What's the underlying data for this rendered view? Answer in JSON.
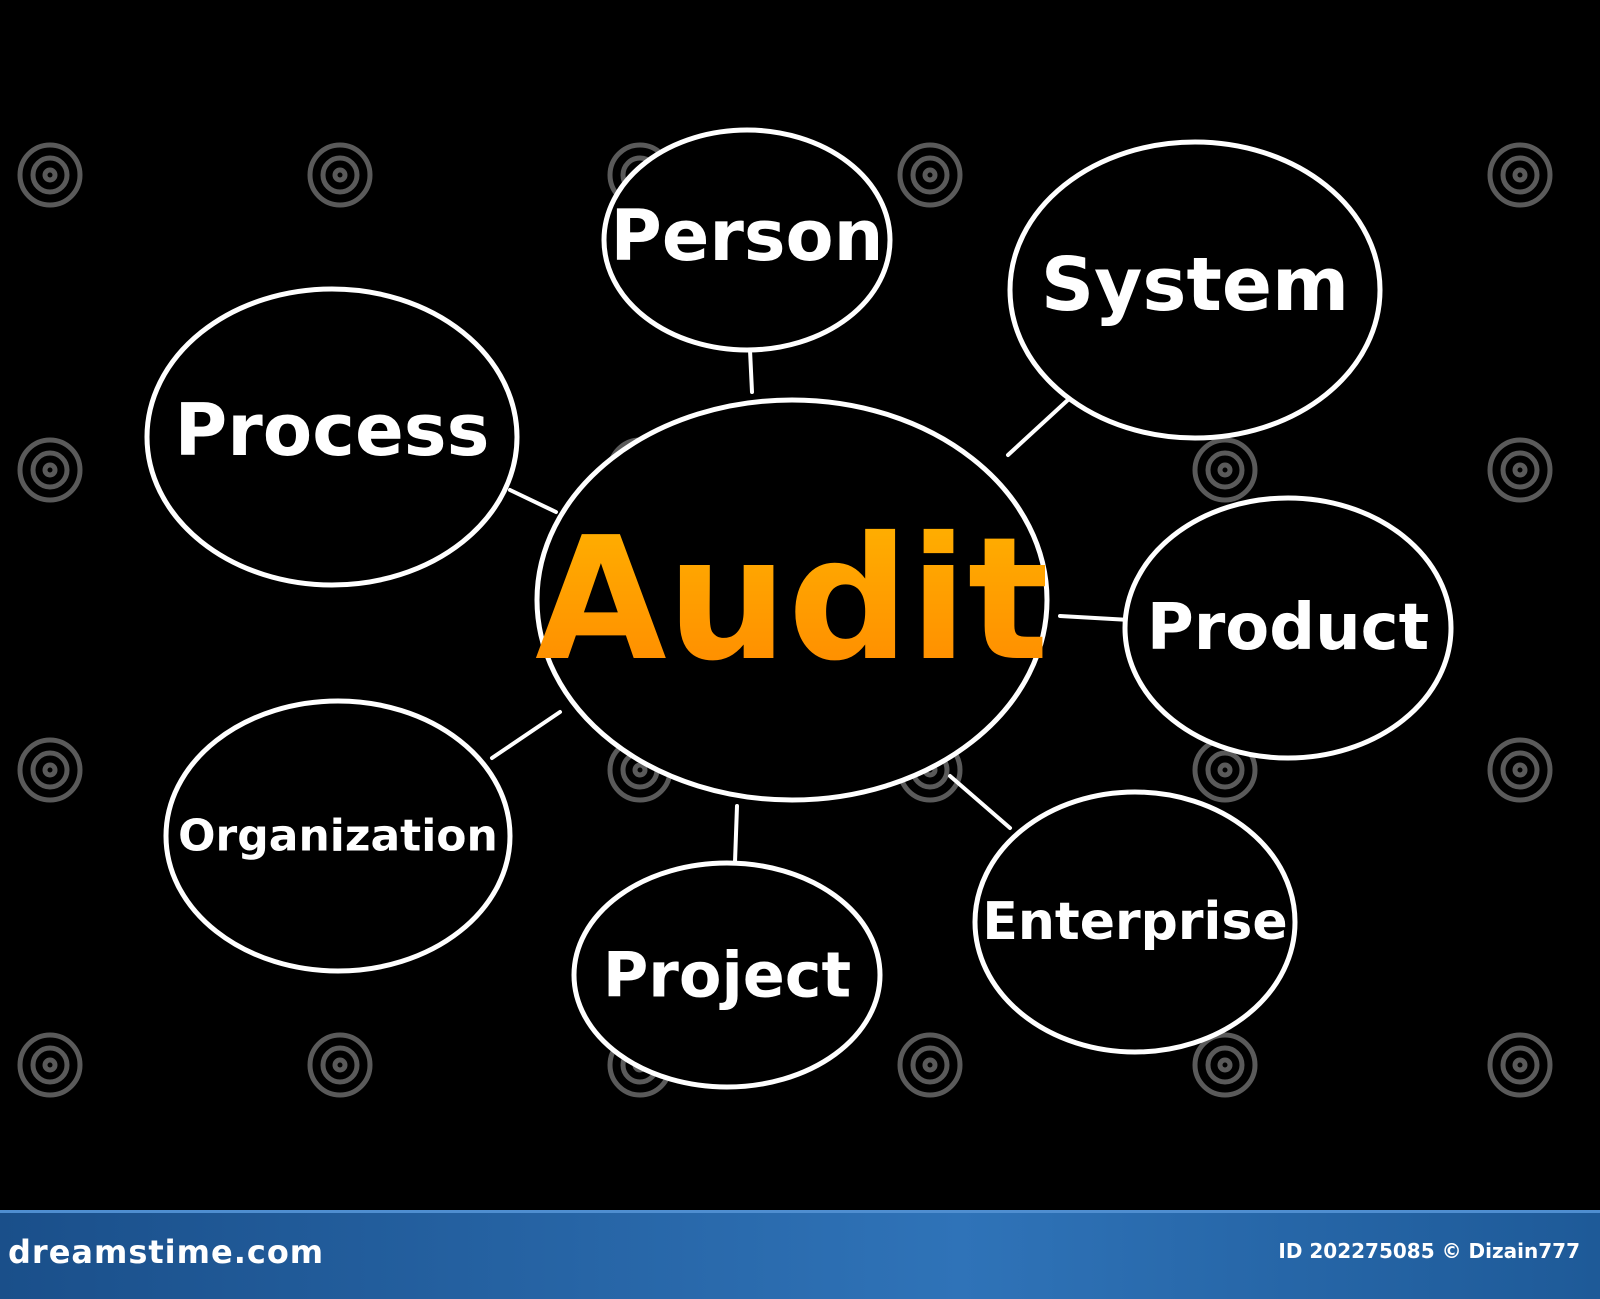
{
  "diagram": {
    "center": {
      "label": "Audit",
      "color_top": "#ffb000",
      "color_bottom": "#ff8a00"
    },
    "nodes": [
      {
        "id": "person",
        "label": "Person"
      },
      {
        "id": "system",
        "label": "System"
      },
      {
        "id": "process",
        "label": "Process"
      },
      {
        "id": "product",
        "label": "Product"
      },
      {
        "id": "organization",
        "label": "Organization"
      },
      {
        "id": "enterprise",
        "label": "Enterprise"
      },
      {
        "id": "project",
        "label": "Project"
      }
    ],
    "line_color": "#ffffff",
    "background": "#000000"
  },
  "watermark": {
    "text": "dreamstime"
  },
  "footer": {
    "site": "dreamstime.com",
    "id_text": "ID 202275085 © Dizain777",
    "background": "#2f73b8"
  }
}
